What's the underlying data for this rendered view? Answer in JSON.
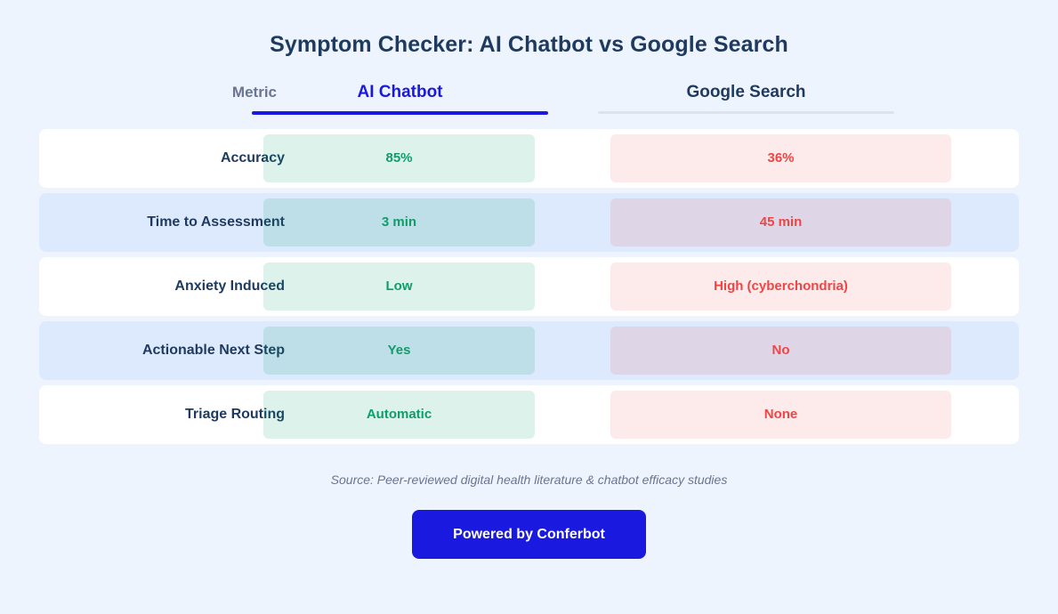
{
  "page": {
    "title": "Symptom Checker: AI Chatbot vs Google Search",
    "background_color": "#eef4fe",
    "accent_color": "#1a19e0",
    "good_color": "#0f9d6a",
    "bad_color": "#ef4545",
    "heading_color": "#1e3a5f"
  },
  "table": {
    "columns": [
      {
        "key": "metric",
        "label": "Metric",
        "active": false
      },
      {
        "key": "chatbot",
        "label": "AI Chatbot",
        "active": true
      },
      {
        "key": "google",
        "label": "Google Search",
        "active": false
      }
    ],
    "rows": [
      {
        "metric": "Accuracy",
        "chatbot": "85%",
        "google": "36%",
        "chatbot_tone": "good",
        "google_tone": "bad",
        "striped": false
      },
      {
        "metric": "Time to Assessment",
        "chatbot": "3 min",
        "google": "45 min",
        "chatbot_tone": "good",
        "google_tone": "bad",
        "striped": true
      },
      {
        "metric": "Anxiety Induced",
        "chatbot": "Low",
        "google": "High (cyberchondria)",
        "chatbot_tone": "good",
        "google_tone": "bad",
        "striped": false
      },
      {
        "metric": "Actionable Next Step",
        "chatbot": "Yes",
        "google": "No",
        "chatbot_tone": "good",
        "google_tone": "bad",
        "striped": true
      },
      {
        "metric": "Triage Routing",
        "chatbot": "Automatic",
        "google": "None",
        "chatbot_tone": "good",
        "google_tone": "bad",
        "striped": false
      }
    ]
  },
  "footer": {
    "source": "Source: Peer-reviewed digital health literature & chatbot efficacy studies",
    "cta_label": "Powered by Conferbot"
  },
  "chart_data": {
    "type": "table",
    "title": "Symptom Checker: AI Chatbot vs Google Search",
    "categories": [
      "Accuracy",
      "Time to Assessment",
      "Anxiety Induced",
      "Actionable Next Step",
      "Triage Routing"
    ],
    "series": [
      {
        "name": "AI Chatbot",
        "values": [
          "85%",
          "3 min",
          "Low",
          "Yes",
          "Automatic"
        ],
        "numeric": [
          85,
          3,
          null,
          null,
          null
        ],
        "tone": "positive"
      },
      {
        "name": "Google Search",
        "values": [
          "36%",
          "45 min",
          "High (cyberchondria)",
          "No",
          "None"
        ],
        "numeric": [
          36,
          45,
          null,
          null,
          null
        ],
        "tone": "negative"
      }
    ],
    "xlabel": "Metric",
    "ylabel": "",
    "legend_position": "top",
    "grid": false,
    "annotations": [
      "Source: Peer-reviewed digital health literature & chatbot efficacy studies"
    ]
  }
}
